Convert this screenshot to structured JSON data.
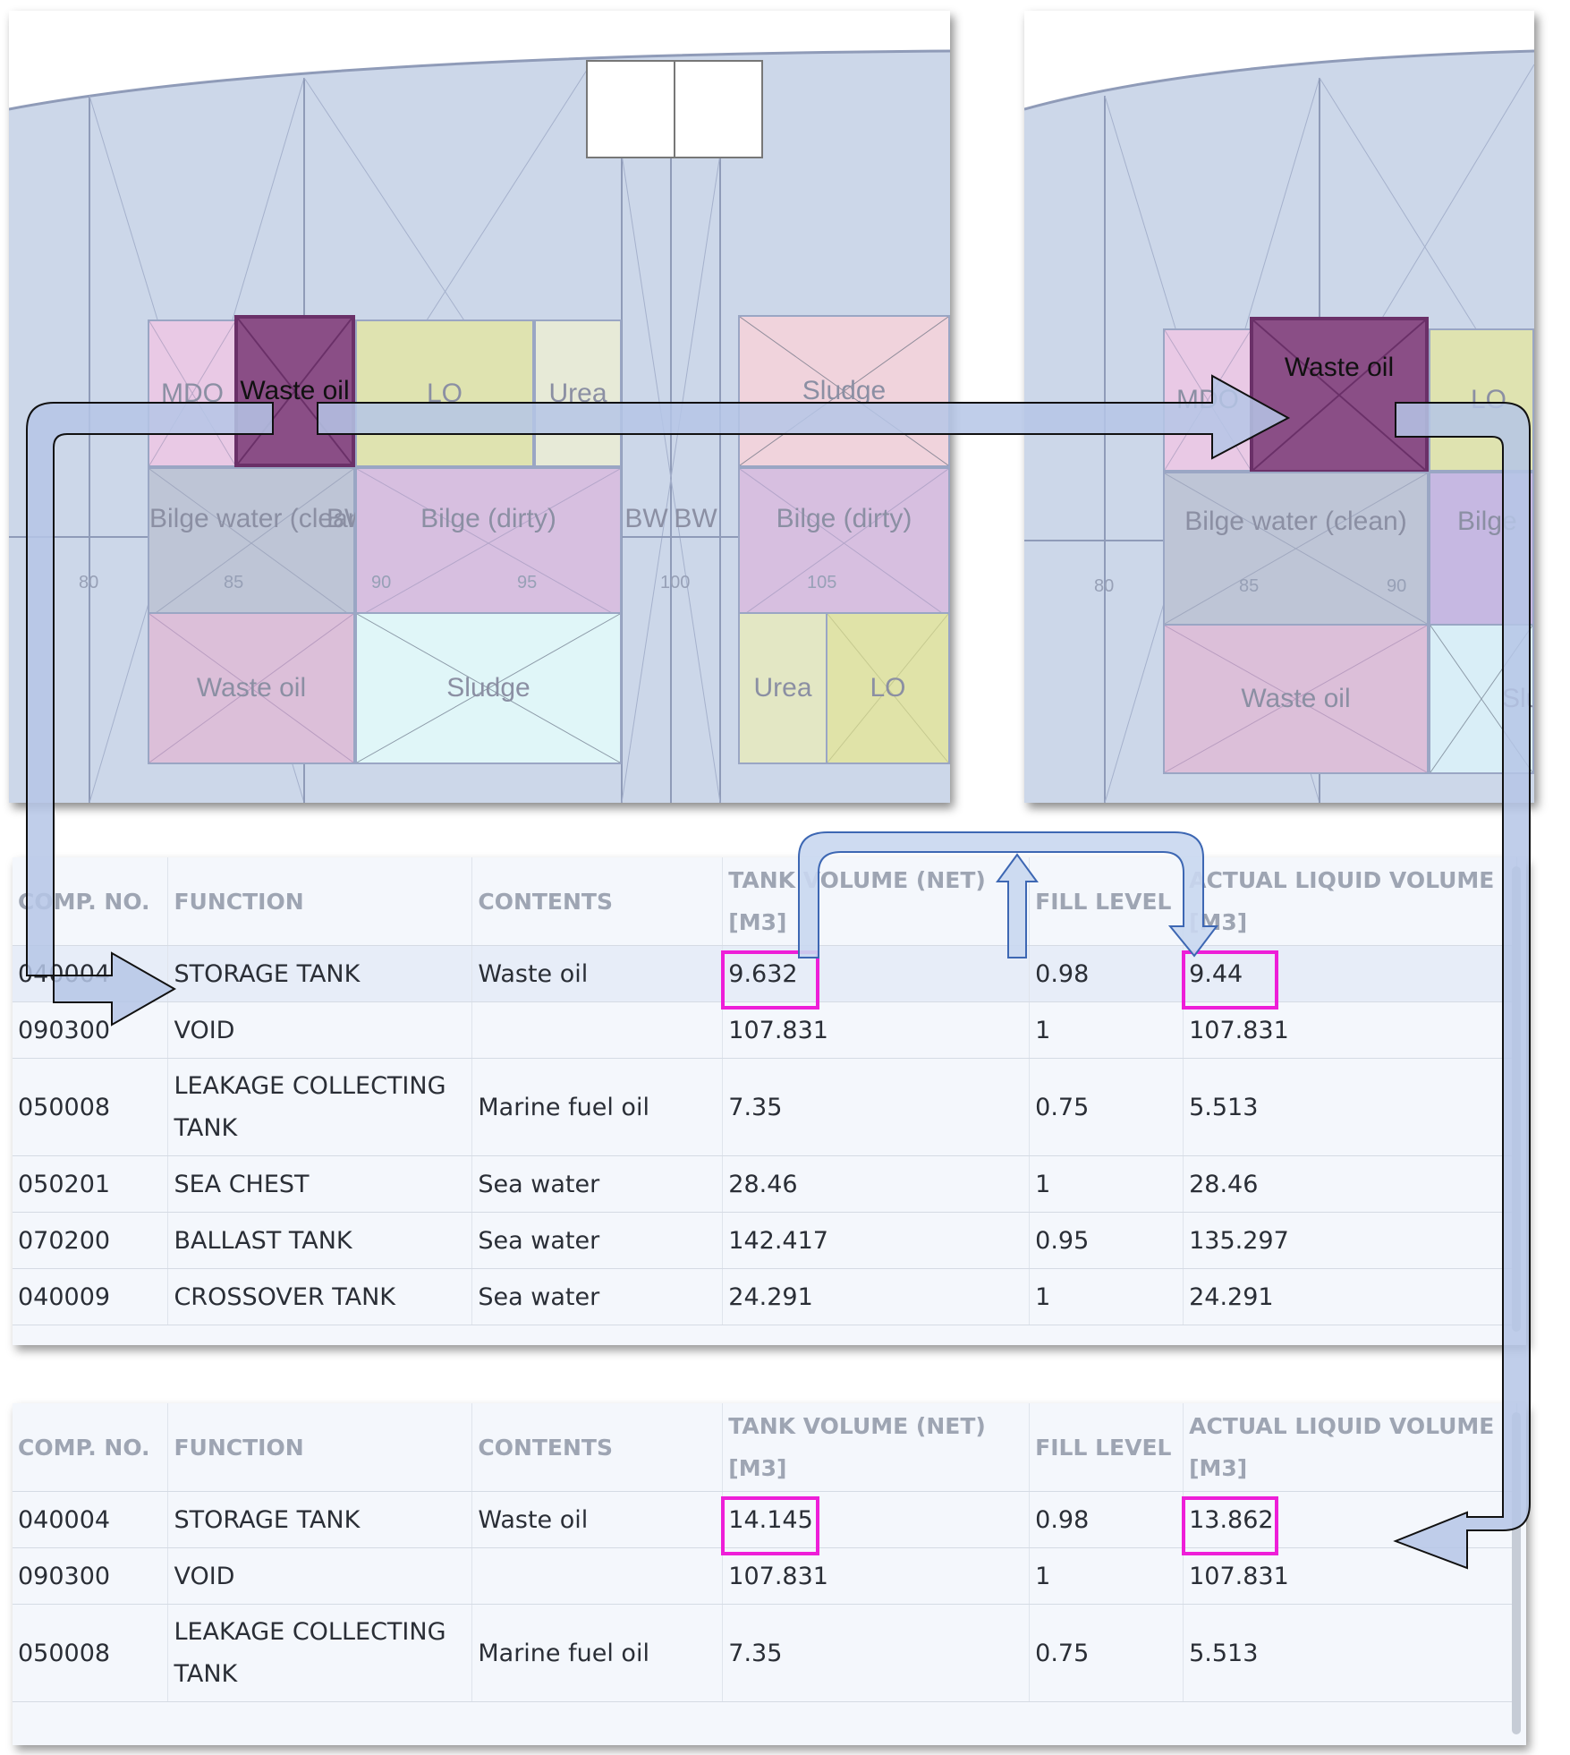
{
  "left_view": {
    "tanks": {
      "mdo": "MDO",
      "waste_oil_selected": "Waste oil",
      "lo": "LO",
      "urea": "Urea",
      "sludge_top": "Sludge",
      "bilge_clean": "Bilge water (clean)",
      "bw_small": "BW",
      "bilge_dirty": "Bilge (dirty)",
      "bw_left": "BW",
      "bw_right": "BW",
      "bilge_dirty_right": "Bilge (dirty)",
      "waste_oil_lower": "Waste oil",
      "sludge_lower": "Sludge",
      "urea_lower": "Urea",
      "lo_lower": "LO"
    },
    "ticks": [
      "80",
      "85",
      "90",
      "95",
      "100",
      "105"
    ]
  },
  "right_view": {
    "tanks": {
      "mdo": "MDO",
      "waste_oil_selected": "Waste oil",
      "lo": "LO",
      "bilge_clean": "Bilge water (clean)",
      "bilge": "Bilge",
      "waste_oil_lower": "Waste oil",
      "sludge_lower": "Slud"
    },
    "ticks": [
      "80",
      "85",
      "90"
    ]
  },
  "table_top": {
    "headers": [
      "COMP. NO.",
      "FUNCTION",
      "CONTENTS",
      "TANK VOLUME (NET) [M3]",
      "FILL LEVEL",
      "ACTUAL LIQUID VOLUME [M3]"
    ],
    "rows": [
      [
        "040004",
        "STORAGE TANK",
        "Waste oil",
        "9.632",
        "0.98",
        "9.44"
      ],
      [
        "090300",
        "VOID",
        "",
        "107.831",
        "1",
        "107.831"
      ],
      [
        "050008",
        "LEAKAGE COLLECTING TANK",
        "Marine fuel oil",
        "7.35",
        "0.75",
        "5.513"
      ],
      [
        "050201",
        "SEA CHEST",
        "Sea water",
        "28.46",
        "1",
        "28.46"
      ],
      [
        "070200",
        "BALLAST TANK",
        "Sea water",
        "142.417",
        "0.95",
        "135.297"
      ],
      [
        "040009",
        "CROSSOVER TANK",
        "Sea water",
        "24.291",
        "1",
        "24.291"
      ]
    ]
  },
  "table_bottom": {
    "headers": [
      "COMP. NO.",
      "FUNCTION",
      "CONTENTS",
      "TANK VOLUME (NET) [M3]",
      "FILL LEVEL",
      "ACTUAL LIQUID VOLUME [M3]"
    ],
    "rows": [
      [
        "040004",
        "STORAGE TANK",
        "Waste oil",
        "14.145",
        "0.98",
        "13.862"
      ],
      [
        "090300",
        "VOID",
        "",
        "107.831",
        "1",
        "107.831"
      ],
      [
        "050008",
        "LEAKAGE COLLECTING TANK",
        "Marine fuel oil",
        "7.35",
        "0.75",
        "5.513"
      ]
    ]
  },
  "colors": {
    "highlight_box": "#ee1ed8",
    "arrow_fill": "#b5c6e6",
    "selected_tank": "#8a4e86"
  }
}
